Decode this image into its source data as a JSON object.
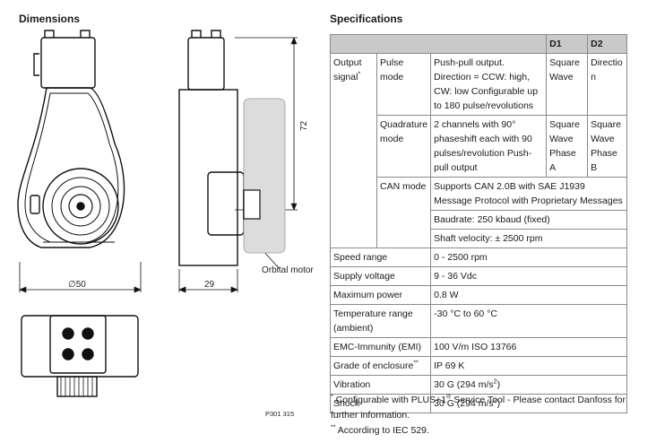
{
  "dimensions": {
    "title": "Dimensions",
    "label_diameter": "∅50",
    "label_width": "29",
    "label_height": "72",
    "label_motor": "Orbital motor",
    "figure_number": "P301 315"
  },
  "specifications": {
    "title": "Specifications",
    "col_d1": "D1",
    "col_d2": "D2",
    "output_signal": "Output signal",
    "output_signal_mark": "*",
    "pulse_mode": "Pulse mode",
    "pulse_desc": "Push-pull output. Direction = CCW: high, CW: low Configurable up to 180 pulse/revolutions",
    "pulse_d1": "Square Wave",
    "pulse_d2": "Directio n",
    "quad_mode": "Quadrature mode",
    "quad_desc": "2 channels with 90° phaseshift each with 90 pulses/revolution Push-pull output",
    "quad_d1": "Square Wave Phase A",
    "quad_d2": "Square Wave Phase B",
    "can_mode": "CAN mode",
    "can_desc": "Supports CAN 2.0B with SAE J1939 Message Protocol with Proprietary Messages",
    "can_baud": "Baudrate: 250 kbaud (fixed)",
    "can_shaft": "Shaft velocity: ± 2500 rpm",
    "rows": [
      {
        "label": "Speed range",
        "mark": "",
        "value": "0 - 2500 rpm",
        "sup": ""
      },
      {
        "label": "Supply voltage",
        "mark": "",
        "value": "9 - 36 Vdc",
        "sup": ""
      },
      {
        "label": "Maximum power",
        "mark": "",
        "value": "0.8 W",
        "sup": ""
      },
      {
        "label": "Temperature range (ambient)",
        "mark": "",
        "value": "-30 °C to 60 °C",
        "sup": ""
      },
      {
        "label": "EMC-Immunity (EMI)",
        "mark": "",
        "value": "100 V/m ISO 13766",
        "sup": ""
      },
      {
        "label": "Grade of enclosure",
        "mark": "**",
        "value": "IP 69 K",
        "sup": ""
      },
      {
        "label": "Vibration",
        "mark": "",
        "value": "30 G (294 m/s",
        "sup": "2",
        "suffix": ")"
      },
      {
        "label": "Shock",
        "mark": "",
        "value": "30 G (294 m/s",
        "sup": "2",
        "suffix": ")"
      }
    ],
    "note1_mark": "*",
    "note1_a": " Configurable with PLUS+1",
    "note1_reg": "®",
    "note1_b": " Service Tool - Please contact Danfoss for further information.",
    "note2_mark": "**",
    "note2": " According to IEC 529."
  }
}
